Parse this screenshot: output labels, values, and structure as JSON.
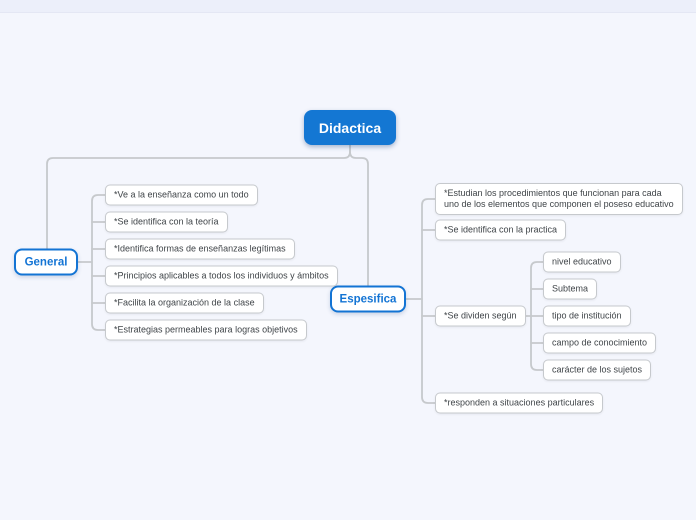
{
  "colors": {
    "accent_blue": "#1477d3",
    "node_border_gray": "#c6c9cd",
    "connector_gray": "#c6c9cc",
    "background": "#f4f6fd",
    "leaf_text": "#3f4448"
  },
  "mindmap": {
    "root": {
      "label": "Didactica"
    },
    "branches": [
      {
        "label": "General",
        "children": [
          {
            "label": "*Ve a la enseñanza como un todo"
          },
          {
            "label": "*Se identifica con la teoría"
          },
          {
            "label": "*Identifica formas de enseñanzas legítimas"
          },
          {
            "label": "*Principios aplicables a todos los individuos y ámbitos"
          },
          {
            "label": "*Facilita la organización de la clase"
          },
          {
            "label": "*Estrategias permeables para logras objetivos"
          }
        ]
      },
      {
        "label": "Espesifica",
        "children": [
          {
            "label": "*Estudian los procedimientos que funcionan para cada uno de los elementos que componen el poseso educativo"
          },
          {
            "label": "*Se identifica con la practica"
          },
          {
            "label": "*Se dividen según",
            "children": [
              {
                "label": "nivel educativo"
              },
              {
                "label": "Subtema"
              },
              {
                "label": "tipo de institución"
              },
              {
                "label": "campo de conocimiento"
              },
              {
                "label": "carácter de los sujetos"
              }
            ]
          },
          {
            "label": "*responden a situaciones particulares"
          }
        ]
      }
    ]
  }
}
